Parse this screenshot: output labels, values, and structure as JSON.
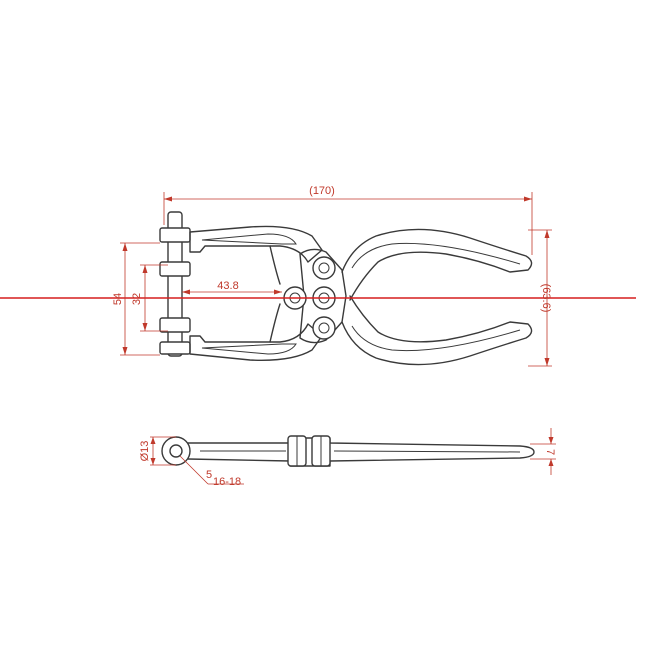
{
  "colors": {
    "dimension": "#c0392b",
    "outline": "#3a3a3a",
    "centerline": "#d61f1f",
    "background": "#ffffff"
  },
  "dimensions": {
    "overall_length": "(170)",
    "opening_width": "43.8",
    "outer_height": "54",
    "inner_height": "32",
    "overall_height": "(63.6)",
    "eye_diameter": "Ø13",
    "eye_hole": "5",
    "eye_range": "16-18",
    "thickness": "7"
  }
}
